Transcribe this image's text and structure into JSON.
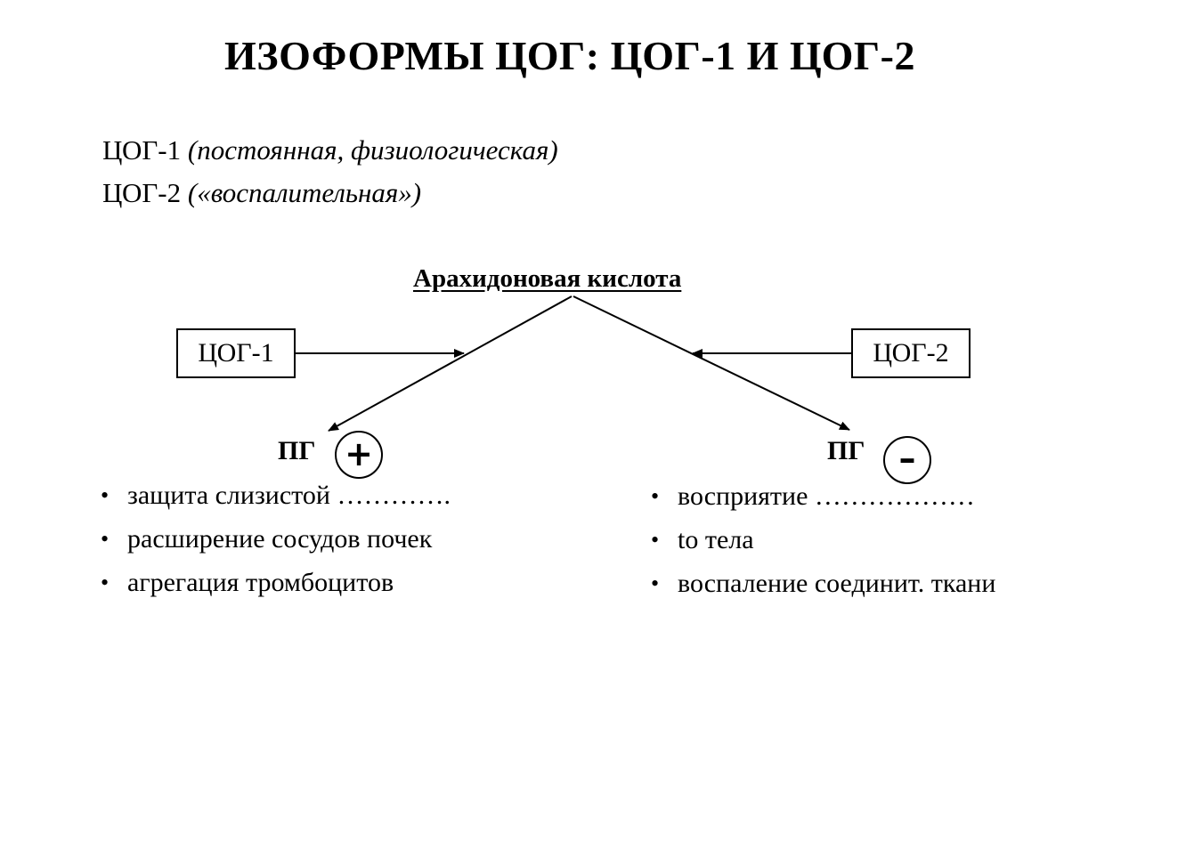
{
  "title": "ИЗОФОРМЫ ЦОГ: ЦОГ-1 И ЦОГ-2",
  "definitions": [
    {
      "name": "ЦОГ-1 ",
      "note": "(постоянная, физиологическая)"
    },
    {
      "name": "ЦОГ-2 ",
      "note": "(«воспалительная»)"
    }
  ],
  "diagram": {
    "substrate": "Арахидоновая кислота",
    "enzyme_left": "ЦОГ-1",
    "enzyme_right": "ЦОГ-2",
    "product_left": {
      "label": "ПГ",
      "sign": "+"
    },
    "product_right": {
      "label": "ПГ",
      "sign": "–"
    },
    "bullet": "•",
    "effects_left": [
      "защита слизистой ………….",
      "расширение сосудов почек",
      "агрегация тромбоцитов"
    ],
    "effects_right": [
      "восприятие ………………",
      "to тела",
      "воспаление соединит. ткани"
    ]
  }
}
